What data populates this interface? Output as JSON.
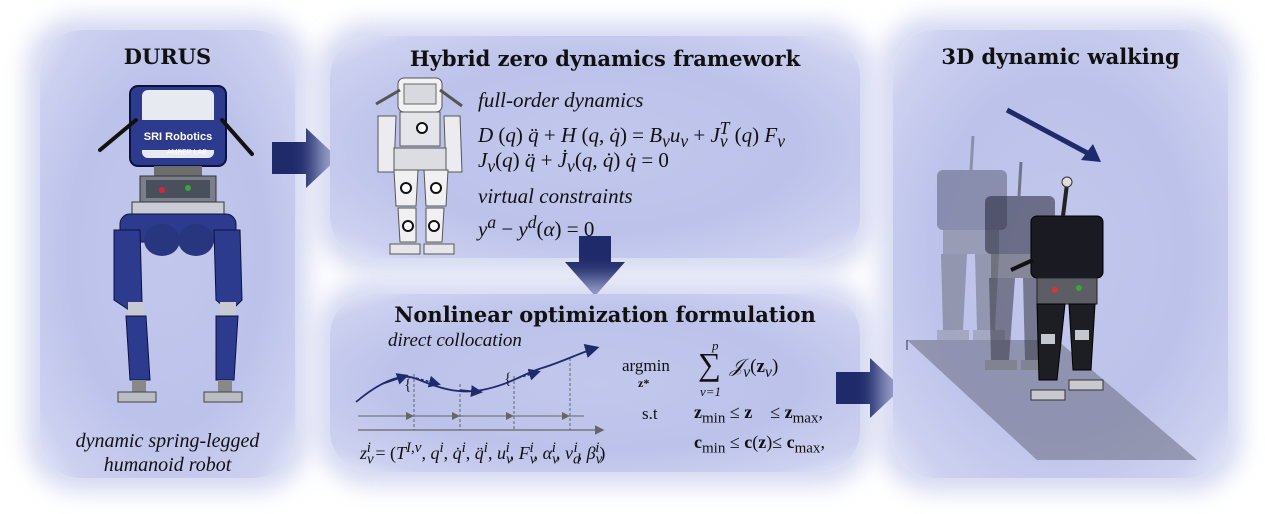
{
  "panels": {
    "durus": {
      "title": "DURUS",
      "caption_line1": "dynamic spring-legged",
      "caption_line2": "humanoid robot",
      "robot_label_brand": "SRI Robotics",
      "robot_label_lab": "AMBER LAB"
    },
    "hzd": {
      "title": "Hybrid zero dynamics framework",
      "full_order_label": "full-order dynamics",
      "eq1": "D (q) q̈ + H (q, q̇) = B_v u_v + J_v^T (q) F_v",
      "eq2": "J_v(q) q̈ + J̇_v(q, q̇) q̇ = 0",
      "virtual_label": "virtual constraints",
      "eq3": "y^a − y^d(α) = 0"
    },
    "nlp": {
      "title": "Nonlinear optimization formulation",
      "direct_collocation_label": "direct collocation",
      "argmin": "argmin",
      "argmin_sub": "z*",
      "sum_top": "p",
      "sum_bottom": "v=1",
      "objective": "𝒥_v(z_v)",
      "st": "s.t",
      "constraint1": "z_min ≤ z ≤ z_max,",
      "constraint2": "c_min ≤ c(z) ≤ c_max,",
      "decision_vector": "z_v^i = (T^{I,v}, q^i, q̇^i, q̈^i, u_v^i, F_v^i, α_v^i, v_d^i, β_v^i)"
    },
    "walking": {
      "title": "3D dynamic walking"
    }
  },
  "colors": {
    "panel": "#bfc4eb",
    "arrow": "#1f2a6b",
    "robot_blue": "#2a3a8f"
  }
}
